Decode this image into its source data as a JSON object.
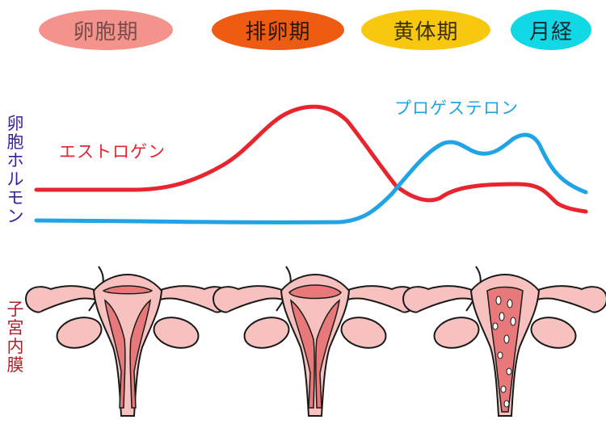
{
  "phases": [
    {
      "label": "卵胞期",
      "color": "#f3938c"
    },
    {
      "label": "排卵期",
      "color": "#ee5b12"
    },
    {
      "label": "黄体期",
      "color": "#f7c80f"
    },
    {
      "label": "月経",
      "color": "#12d8e6"
    }
  ],
  "axis_label": "卵胞ホルモン",
  "row_label": "子宮内膜",
  "series": [
    {
      "name": "エストロゲン",
      "color": "#e8242f"
    },
    {
      "name": "プロゲステロン",
      "color": "#20a4e6"
    }
  ],
  "colors": {
    "uterus_fill": "#f6c1be",
    "uterus_outline": "#1a1a1a",
    "endometrium": "#e8797a",
    "lining_spots": "#ffffff"
  },
  "uterus_stages": [
    "follicular",
    "ovulatory",
    "menstrual"
  ]
}
